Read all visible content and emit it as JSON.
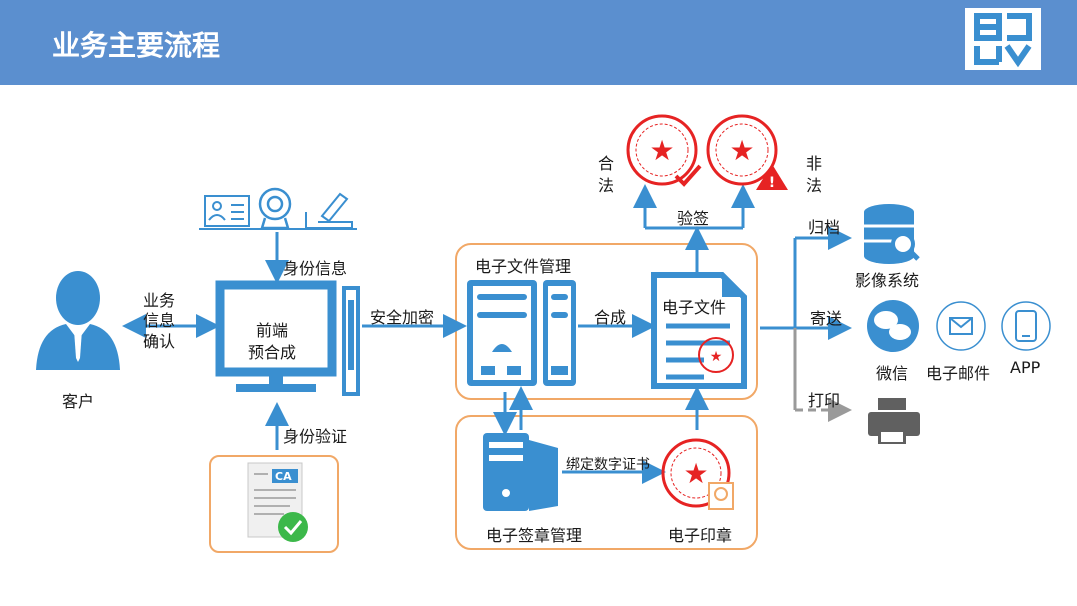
{
  "header": {
    "title": "业务主要流程"
  },
  "labels": {
    "customer": "客户",
    "business_info": "业务",
    "business_info2": "信息",
    "business_info3": "确认",
    "identity_info": "身份信息",
    "frontend": "前端",
    "frontend2": "预合成",
    "identity_verify": "身份验证",
    "secure_encrypt": "安全加密",
    "efile_mgmt": "电子文件管理",
    "synthesize": "合成",
    "efile": "电子文件",
    "esign_mgmt": "电子签章管理",
    "bind_cert": "绑定数字证书",
    "eseal": "电子印章",
    "verify": "验签",
    "legal_1": "合",
    "legal_2": "法",
    "illegal_1": "非",
    "illegal_2": "法",
    "archive": "归档",
    "image_system": "影像系统",
    "send": "寄送",
    "wechat": "微信",
    "email": "电子邮件",
    "app": "APP",
    "print": "打印",
    "ca": "CA"
  },
  "colors": {
    "blue": "#3a8fd0",
    "orange": "#f1a867",
    "header": "#5b8fcf",
    "red": "#e62323",
    "gray": "#606060"
  }
}
